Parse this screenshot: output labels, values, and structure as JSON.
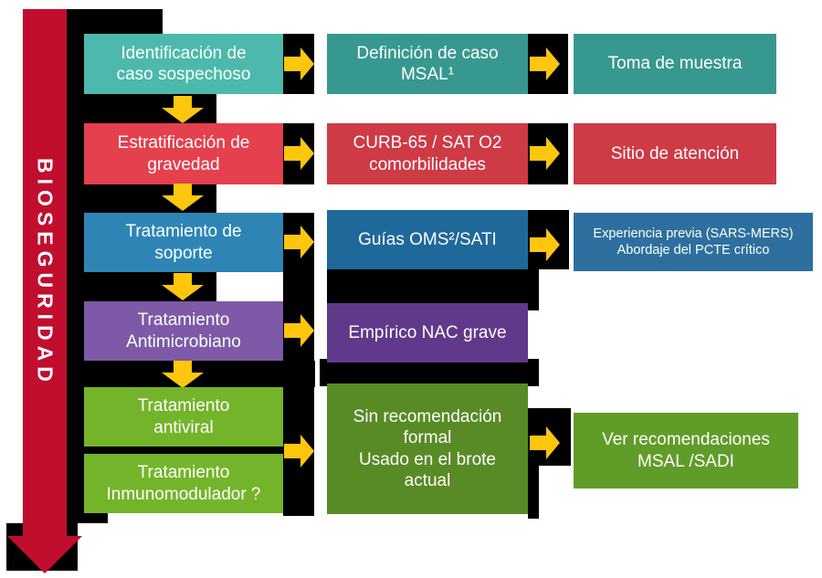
{
  "biosecurity_arrow": {
    "label": "BIOSEGURIDAD",
    "color": "#c10e2e"
  },
  "palette": {
    "yellow_arrow": "#fec60d",
    "shadow_black": "#000000",
    "teal_light": "#4cb9ac",
    "teal_dark": "#379890",
    "red_light": "#e5404d",
    "red_dark": "#ce3a45",
    "blue_light": "#2e85b5",
    "blue_mid": "#1f689a",
    "blue_right": "#2d6f9e",
    "purple_light": "#7d59a7",
    "purple_dark": "#61398a",
    "green_light": "#74b42b",
    "green_mid": "#588b25",
    "green_right": "#609c28"
  },
  "boxes": {
    "l1": {
      "label": "Identificación de\ncaso sospechoso",
      "color": "#4cb9ac"
    },
    "m1": {
      "label": "Definición de caso\nMSAL¹",
      "color": "#379890"
    },
    "r1": {
      "label": "Toma de muestra",
      "color": "#379890"
    },
    "l2": {
      "label": "Estratificación de\ngravedad",
      "color": "#e5404d"
    },
    "m2": {
      "label": "CURB-65 / SAT O2\ncomorbilidades",
      "color": "#ce3a45"
    },
    "r2": {
      "label": "Sitio de atención",
      "color": "#ce3a45"
    },
    "l3": {
      "label": "Tratamiento de\nsoporte",
      "color": "#2e85b5"
    },
    "m3": {
      "label": "Guías OMS²/SATI",
      "color": "#1f689a"
    },
    "r3": {
      "label": "Experiencia previa (SARS-MERS)\nAbordaje del PCTE crítico",
      "color": "#2d6f9e"
    },
    "l4": {
      "label": "Tratamiento\nAntimicrobiano",
      "color": "#7d59a7"
    },
    "m4": {
      "label": "Empírico NAC grave",
      "color": "#61398a"
    },
    "l5a": {
      "label": "Tratamiento\nantiviral",
      "color": "#74b42b"
    },
    "l5b": {
      "label": "Tratamiento\nInmunomodulador ?",
      "color": "#74b42b"
    },
    "m5": {
      "label": "Sin recomendación\nformal\nUsado en el brote\nactual",
      "color": "#588b25"
    },
    "r5": {
      "label": "Ver recomendaciones\nMSAL /SADI",
      "color": "#609c28"
    }
  }
}
